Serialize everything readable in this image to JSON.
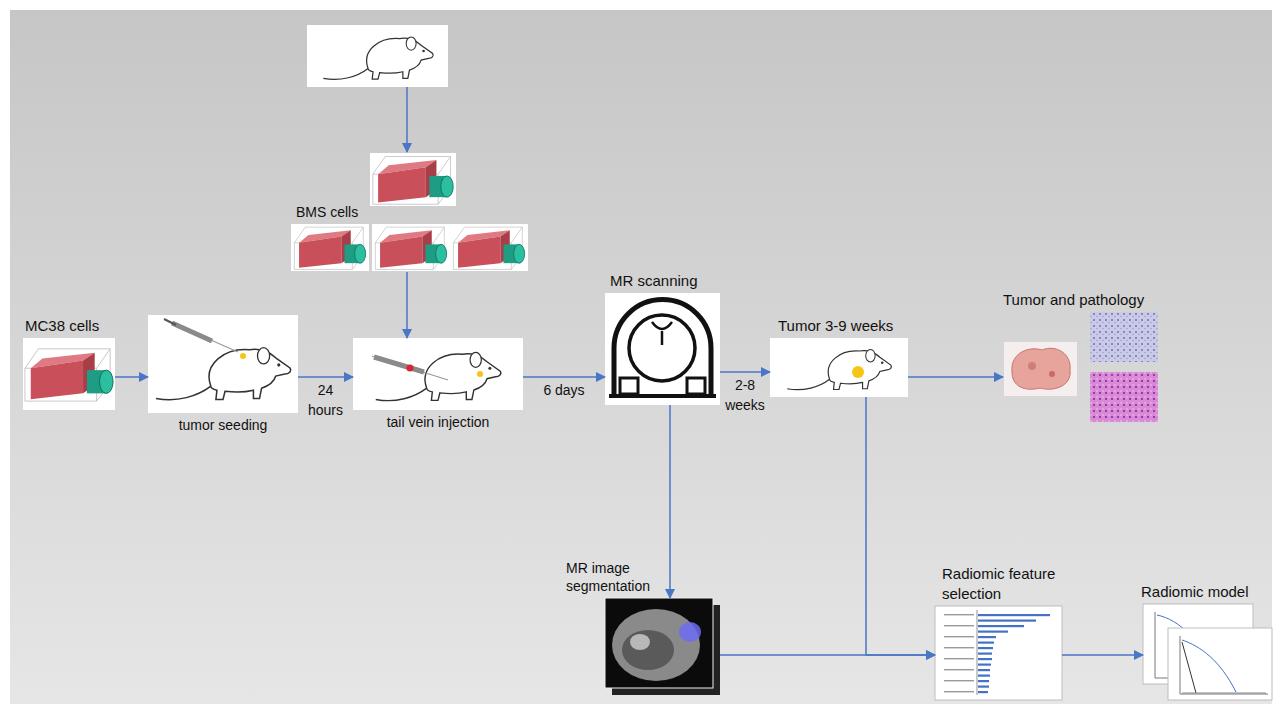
{
  "diagram": {
    "nodes": [
      {
        "text": [
          "MC38 cells"
        ]
      },
      {
        "text": [
          "BMS cells"
        ]
      },
      {
        "text": [
          "tumor seeding"
        ]
      },
      {
        "text": [
          "tail vein injection"
        ]
      },
      {
        "text": [
          "MR scanning"
        ]
      },
      {
        "text": [
          "Tumor 3-9 weeks"
        ]
      },
      {
        "text": [
          "Tumor and pathology"
        ]
      },
      {
        "text": [
          "MR image segmentation"
        ]
      },
      {
        "text": [
          "Radiomic feature selection"
        ]
      },
      {
        "text": [
          "Radiomic model"
        ]
      }
    ],
    "edges": [
      {
        "from": 0,
        "to": 2,
        "arrow": "to"
      },
      {
        "from": 2,
        "to": 3,
        "label": "24 hours",
        "arrow": "to"
      },
      {
        "from": 1,
        "to": 3,
        "arrow": "to"
      },
      {
        "from": 3,
        "to": 4,
        "label": "6 days",
        "arrow": "to"
      },
      {
        "from": 4,
        "to": 5,
        "label": "2-8 weeks",
        "arrow": "to"
      },
      {
        "from": 5,
        "to": 6,
        "arrow": "to"
      },
      {
        "from": 4,
        "to": 7,
        "arrow": "to"
      },
      {
        "from": 7,
        "to": 8,
        "arrow": "to"
      },
      {
        "from": 5,
        "to": 8,
        "arrow": "to"
      },
      {
        "from": 8,
        "to": 9,
        "arrow": "to"
      }
    ]
  }
}
